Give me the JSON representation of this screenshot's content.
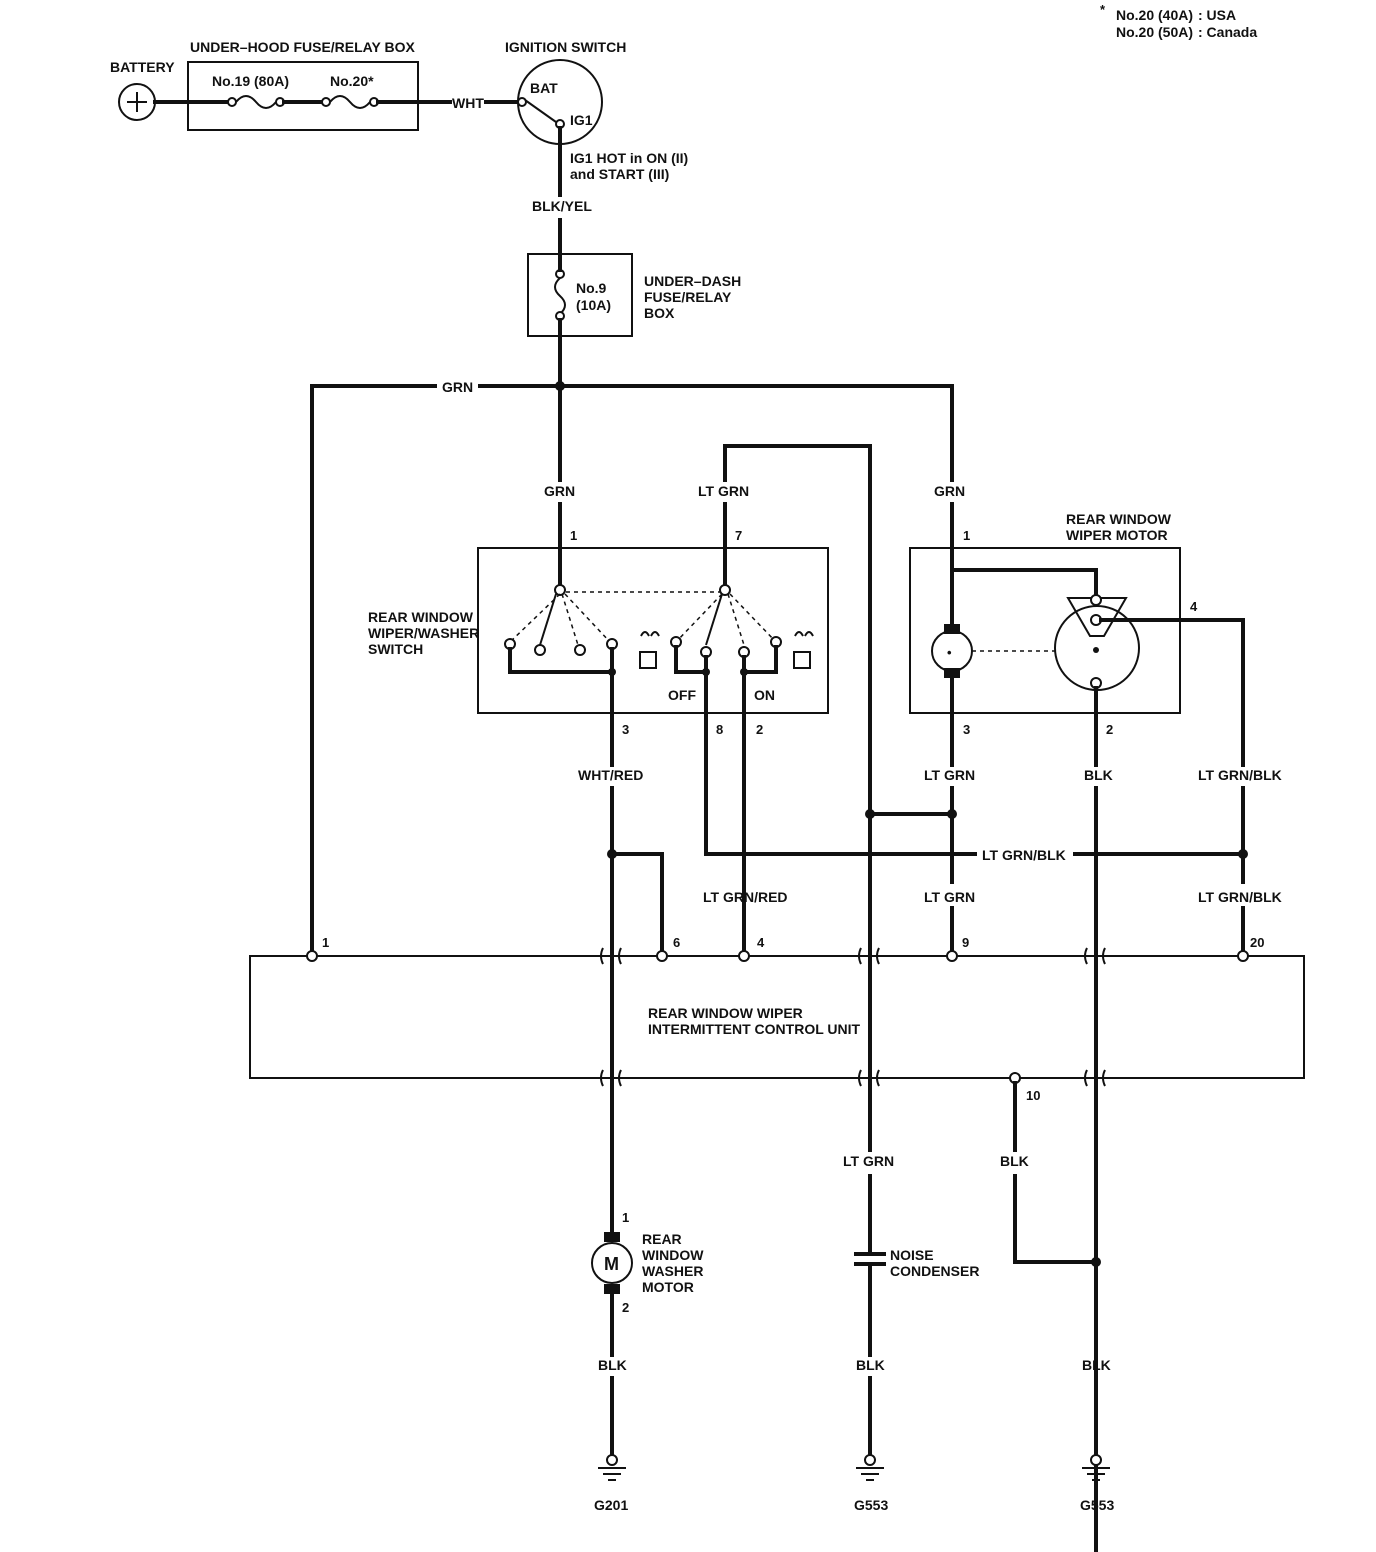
{
  "note": {
    "star": "*",
    "line1_fuse": "No.20 (40A)",
    "line1_region": ": USA",
    "line2_fuse": "No.20 (50A)",
    "line2_region": ": Canada"
  },
  "battery": {
    "label": "BATTERY",
    "symbol": "+"
  },
  "underhood_box": {
    "title": "UNDER–HOOD FUSE/RELAY BOX",
    "fuse1": "No.19 (80A)",
    "fuse2": "No.20*"
  },
  "ignition": {
    "title": "IGNITION SWITCH",
    "bat": "BAT",
    "ig1": "IG1",
    "note1": "IG1 HOT in ON (II)",
    "note2": "and START (III)"
  },
  "underdash_box": {
    "fuse": "No.9",
    "amps": "(10A)",
    "title1": "UNDER–DASH",
    "title2": "FUSE/RELAY",
    "title3": "BOX"
  },
  "switch": {
    "title1": "REAR WINDOW",
    "title2": "WIPER/WASHER",
    "title3": "SWITCH",
    "off": "OFF",
    "on": "ON"
  },
  "wiper_motor": {
    "title1": "REAR WINDOW",
    "title2": "WIPER MOTOR"
  },
  "control_unit": {
    "title1": "REAR WINDOW WIPER",
    "title2": "INTERMITTENT CONTROL UNIT"
  },
  "washer_motor": {
    "symbol": "M",
    "title1": "REAR",
    "title2": "WINDOW",
    "title3": "WASHER",
    "title4": "MOTOR"
  },
  "condenser": {
    "title1": "NOISE",
    "title2": "CONDENSER"
  },
  "wires": {
    "wht": "WHT",
    "blkyel": "BLK/YEL",
    "grn_top": "GRN",
    "grn_sw": "GRN",
    "ltgrn_sw": "LT GRN",
    "grn_motor": "GRN",
    "whtred": "WHT/RED",
    "ltgrn_m3": "LT GRN",
    "blk_m2": "BLK",
    "ltgrnblk_m4": "LT GRN/BLK",
    "ltgrnblk_mid": "LT GRN/BLK",
    "ltgrnred": "LT GRN/RED",
    "ltgrn_9": "LT GRN",
    "ltgrnblk_20": "LT GRN/BLK",
    "ltgrn_cond": "LT GRN",
    "blk_10": "BLK",
    "blk_g201": "BLK",
    "blk_g553a": "BLK",
    "blk_g553b": "BLK"
  },
  "pins": {
    "sw1": "1",
    "sw7": "7",
    "sw3": "3",
    "sw8": "8",
    "sw2": "2",
    "m1": "1",
    "m4": "4",
    "m3": "3",
    "m2": "2",
    "cu1": "1",
    "cu6": "6",
    "cu4": "4",
    "cu9": "9",
    "cu20": "20",
    "cu10": "10",
    "wm1": "1",
    "wm2": "2"
  },
  "grounds": {
    "g1": "G201",
    "g2": "G553",
    "g3": "G553"
  }
}
